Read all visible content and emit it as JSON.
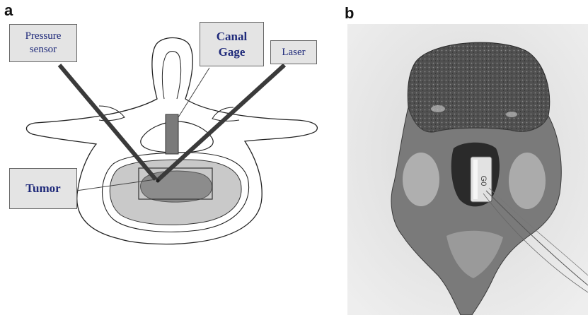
{
  "panel_a": {
    "letter": "a",
    "labels": {
      "pressure_line1": "Pressure",
      "pressure_line2": "sensor",
      "canal_line1": "Canal",
      "canal_line2": "Gage",
      "laser": "Laser",
      "tumor": "Tumor"
    },
    "colors": {
      "label_text": "#1f2a7a",
      "label_fill": "#e4e4e4",
      "vertebral_body": "#c9c9c9",
      "tumor": "#8c8c8c",
      "probes": "#3a3a3a",
      "gage": "#7a7a7a"
    }
  },
  "panel_b": {
    "letter": "b",
    "gage_text": "G0"
  }
}
